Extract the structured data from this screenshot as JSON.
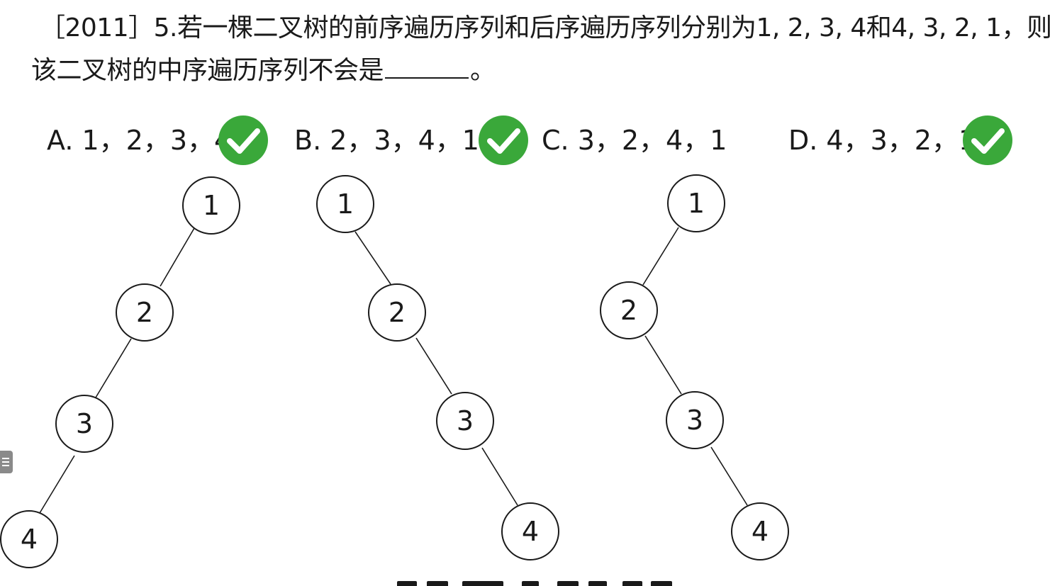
{
  "question": {
    "line1": "［2011］5.若一棵二叉树的前序遍历序列和后序遍历序列分别为1, 2, 3, 4和4, 3, 2, 1，则",
    "line2_prefix": "该二叉树的中序遍历序列不会是",
    "line2_suffix": "。"
  },
  "options": [
    {
      "label": "A. 1，2，3，4",
      "checked": true
    },
    {
      "label": "B. 2，3，4，1",
      "checked": true
    },
    {
      "label": "C. 3，2，4，1",
      "checked": false
    },
    {
      "label": "D. 4，3，2，1",
      "checked": true
    }
  ],
  "check_color": "#3aa83a",
  "trees": [
    {
      "nodes": [
        "1",
        "2",
        "3",
        "4"
      ]
    },
    {
      "nodes": [
        "1",
        "2",
        "3",
        "4"
      ]
    },
    {
      "nodes": [
        "1",
        "2",
        "3",
        "4"
      ]
    }
  ]
}
